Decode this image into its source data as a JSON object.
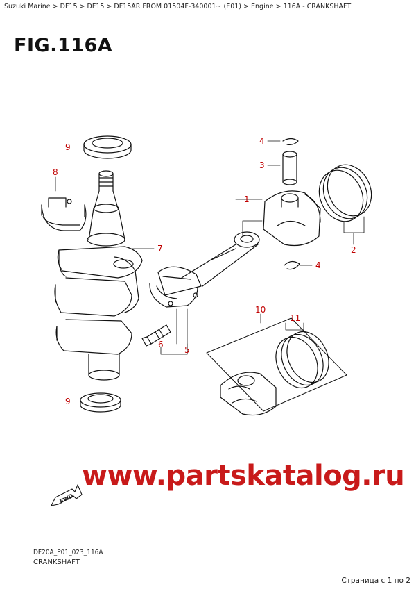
{
  "breadcrumb": [
    "Suzuki Marine",
    "DF15",
    "DF15",
    "DF15AR FROM 01504F-340001~ (E01)",
    "Engine",
    "116A - CRANKSHAFT"
  ],
  "breadcrumb_sep": " > ",
  "figure_title": "FIG.116A",
  "callouts": [
    "1",
    "2",
    "3",
    "4",
    "4",
    "5",
    "6",
    "7",
    "8",
    "9",
    "9",
    "10",
    "11"
  ],
  "fwd_label": "FWD",
  "watermark": "www.partskatalog.ru",
  "diagram_code": "DF20A_P01_023_116A",
  "caption": "CRANKSHAFT",
  "pager": "Страница с 1 по 2",
  "colors": {
    "callout": "#c00000",
    "watermark": "#c81a1a"
  }
}
